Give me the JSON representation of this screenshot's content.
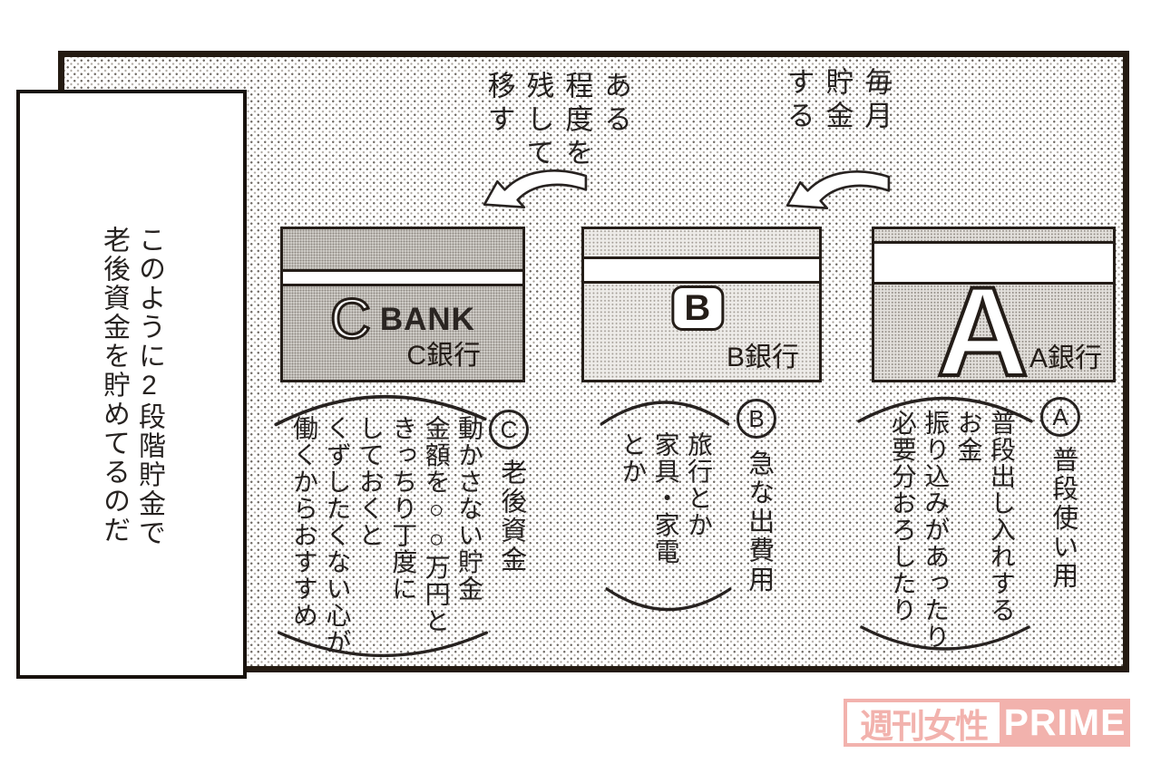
{
  "colors": {
    "ink": "#262220",
    "card_line": "#241d18",
    "logo_pink": "#f2b2ad"
  },
  "speech_box": {
    "text": [
      "このように2段階貯金で",
      "老後資金を貯めてるのだ"
    ]
  },
  "flow": {
    "monthly_label": [
      "毎月",
      "貯金",
      "する"
    ],
    "transfer_label": [
      "ある",
      "程度を",
      "残して",
      "移す"
    ]
  },
  "banks": [
    {
      "key": "A",
      "big_letter": "A",
      "name": "A銀行",
      "circle_letter": "A",
      "category": "普段使い用",
      "note": [
        "普段出し入れする",
        "お金",
        "振り込みがあったり",
        "必要分おろしたり"
      ]
    },
    {
      "key": "B",
      "badge_letter": "B",
      "name": "B銀行",
      "circle_letter": "B",
      "category": "急な出費用",
      "note": [
        "旅行とか",
        "家具・家電",
        "とか"
      ]
    },
    {
      "key": "C",
      "logo_letter": "C",
      "logo_word": "BANK",
      "name": "C銀行",
      "circle_letter": "C",
      "category": "老後資金",
      "note": [
        "動かさない貯金",
        "金額を○○万円と",
        "きっちり丁度に",
        "しておくと",
        "くずしたくない心が",
        "働くからおすすめ"
      ]
    }
  ],
  "watermark": {
    "jp": "週刊女性",
    "en": "PRIME"
  }
}
